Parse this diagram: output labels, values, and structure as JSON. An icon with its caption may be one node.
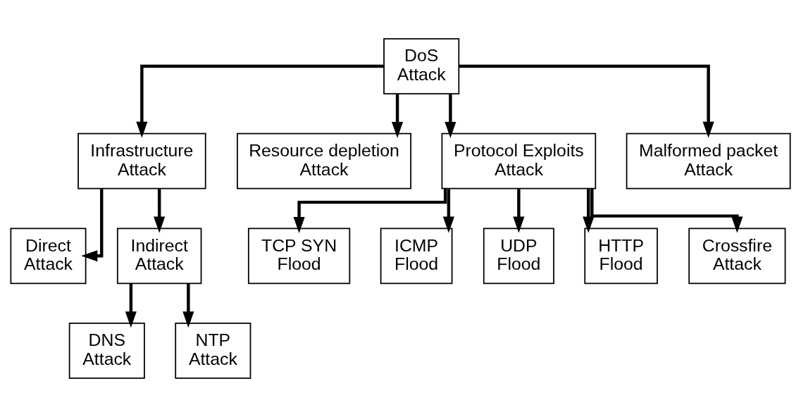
{
  "diagram": {
    "nodes": [
      {
        "text": [
          "DoS Attack"
        ]
      },
      {
        "text": [
          "Infrastructure Attack"
        ]
      },
      {
        "text": [
          "Resource depletion Attack"
        ]
      },
      {
        "text": [
          "Protocol Exploits Attack"
        ]
      },
      {
        "text": [
          "Malformed packet Attack"
        ]
      },
      {
        "text": [
          "Direct Attack"
        ]
      },
      {
        "text": [
          "Indirect Attack"
        ]
      },
      {
        "text": [
          "DNS Attack"
        ]
      },
      {
        "text": [
          "NTP Attack"
        ]
      },
      {
        "text": [
          "TCP SYN Flood"
        ]
      },
      {
        "text": [
          "ICMP Flood"
        ]
      },
      {
        "text": [
          "UDP Flood"
        ]
      },
      {
        "text": [
          "HTTP Flood"
        ]
      },
      {
        "text": [
          "Crossfire Attack"
        ]
      }
    ],
    "edges": [
      {
        "from": 0,
        "to": 1,
        "arrow": "to"
      },
      {
        "from": 0,
        "to": 2,
        "arrow": "to"
      },
      {
        "from": 0,
        "to": 3,
        "arrow": "to"
      },
      {
        "from": 0,
        "to": 4,
        "arrow": "to"
      },
      {
        "from": 1,
        "to": 5,
        "arrow": "to"
      },
      {
        "from": 1,
        "to": 6,
        "arrow": "to"
      },
      {
        "from": 6,
        "to": 7,
        "arrow": "to"
      },
      {
        "from": 6,
        "to": 8,
        "arrow": "to"
      },
      {
        "from": 3,
        "to": 9,
        "arrow": "to"
      },
      {
        "from": 3,
        "to": 10,
        "arrow": "to"
      },
      {
        "from": 3,
        "to": 11,
        "arrow": "to"
      },
      {
        "from": 3,
        "to": 12,
        "arrow": "to"
      },
      {
        "from": 3,
        "to": 13,
        "arrow": "to"
      }
    ]
  }
}
